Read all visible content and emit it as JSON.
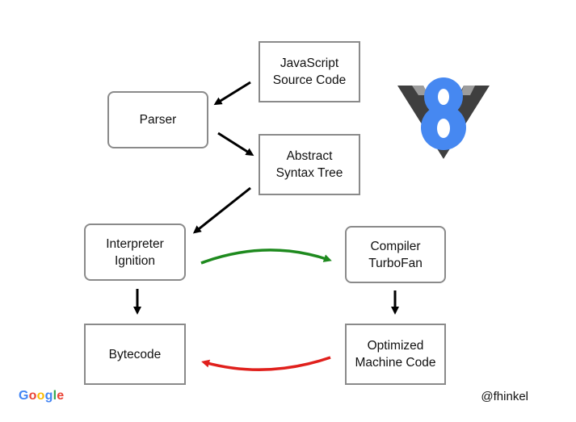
{
  "nodes": {
    "javascript_source": {
      "line1": "JavaScript",
      "line2": "Source Code"
    },
    "parser": {
      "line1": "Parser"
    },
    "ast": {
      "line1": "Abstract",
      "line2": "Syntax Tree"
    },
    "interpreter": {
      "line1": "Interpreter",
      "line2": "Ignition"
    },
    "compiler": {
      "line1": "Compiler",
      "line2": "TurboFan"
    },
    "bytecode": {
      "line1": "Bytecode"
    },
    "optimized": {
      "line1": "Optimized",
      "line2": "Machine Code"
    }
  },
  "edges": [
    {
      "from": "javascript_source",
      "to": "parser",
      "color": "#000000"
    },
    {
      "from": "parser",
      "to": "ast",
      "color": "#000000"
    },
    {
      "from": "ast",
      "to": "interpreter",
      "color": "#000000"
    },
    {
      "from": "interpreter",
      "to": "compiler",
      "color": "#1e8a1e",
      "curved": true
    },
    {
      "from": "interpreter",
      "to": "bytecode",
      "color": "#000000"
    },
    {
      "from": "compiler",
      "to": "optimized",
      "color": "#000000"
    },
    {
      "from": "optimized",
      "to": "bytecode",
      "color": "#e0201c",
      "curved": true
    }
  ],
  "logos": {
    "v8": {
      "icon": "v8-logo",
      "colors": {
        "gray_dark": "#3f3f3f",
        "gray_light": "#9c9c9c",
        "blue": "#4688f1"
      }
    },
    "google": {
      "letters": [
        "G",
        "o",
        "o",
        "g",
        "l",
        "e"
      ],
      "colors": [
        "#4285f4",
        "#ea4335",
        "#fbbc05",
        "#4285f4",
        "#34a853",
        "#ea4335"
      ]
    }
  },
  "footer": {
    "author": "@fhinkel"
  }
}
